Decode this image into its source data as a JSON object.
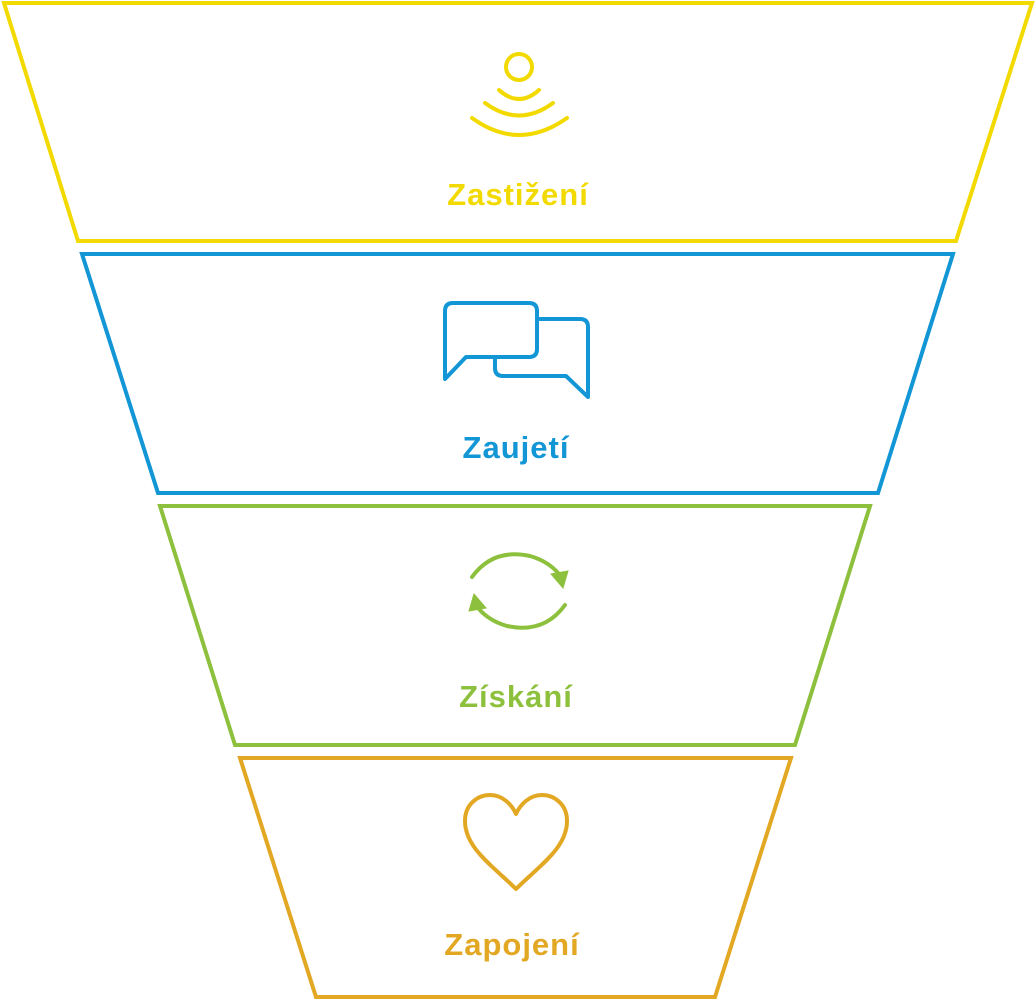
{
  "funnel": {
    "stages": [
      {
        "label": "Zastižení",
        "icon": "signal-broadcast-icon",
        "color": "#F2DA00"
      },
      {
        "label": "Zaujetí",
        "icon": "chat-bubbles-icon",
        "color": "#1296D6"
      },
      {
        "label": "Získání",
        "icon": "refresh-arrows-icon",
        "color": "#8DC03C"
      },
      {
        "label": "Zapojení",
        "icon": "heart-icon",
        "color": "#E3A823"
      }
    ]
  }
}
